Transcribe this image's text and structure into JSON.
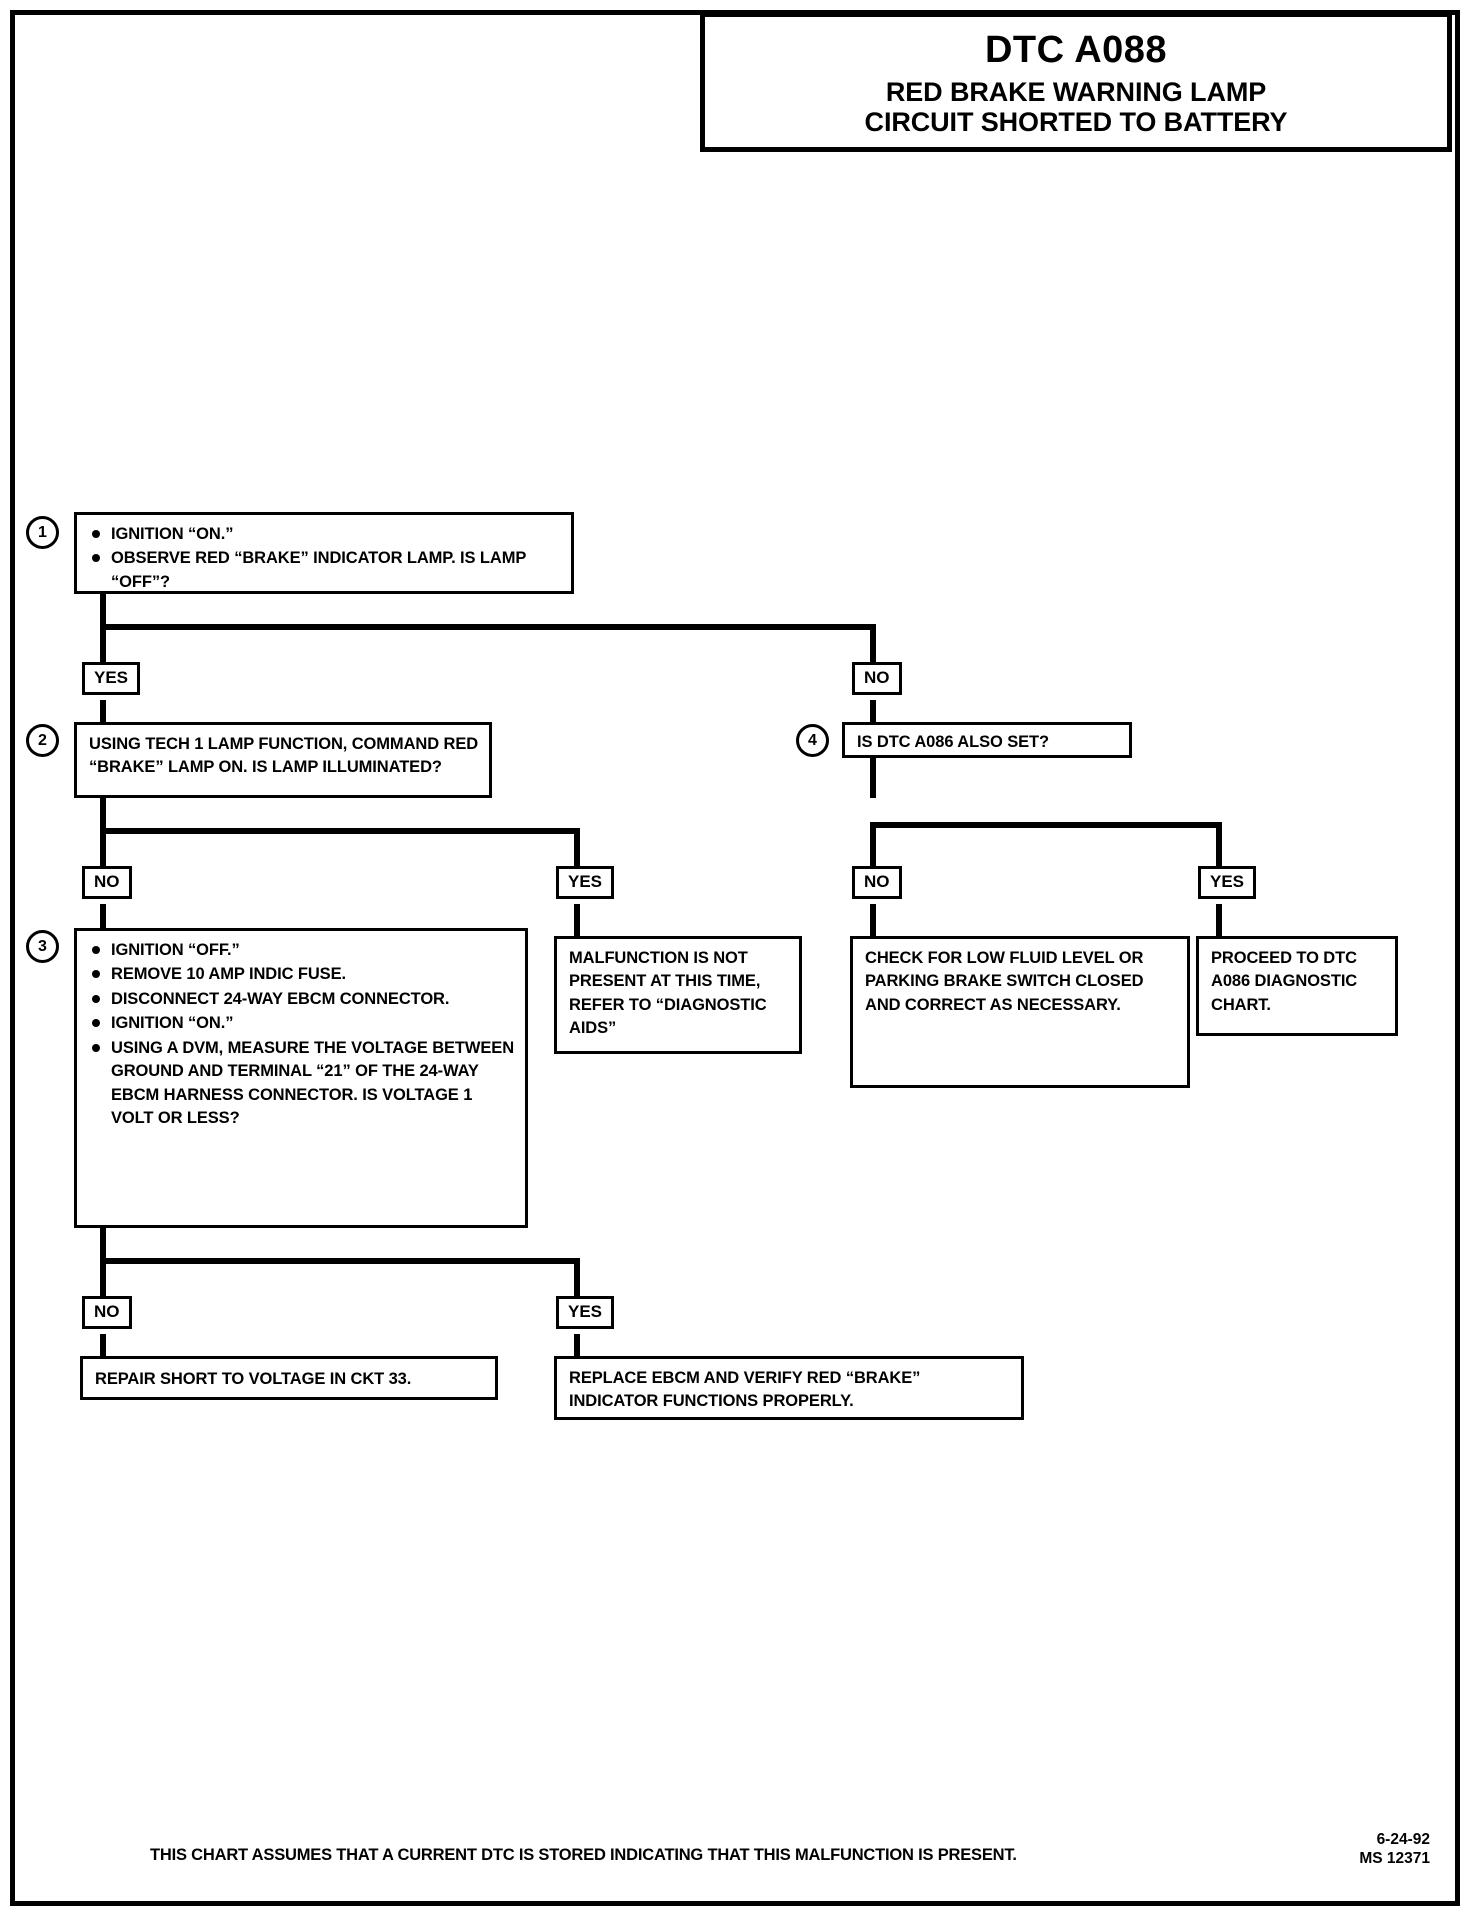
{
  "header": {
    "dtc": "DTC A088",
    "line1": "RED BRAKE WARNING LAMP",
    "line2": "CIRCUIT SHORTED TO BATTERY"
  },
  "steps": {
    "s1": {
      "number": "1",
      "bullets": [
        "IGNITION “ON.”",
        "OBSERVE RED “BRAKE” INDICATOR LAMP. IS LAMP “OFF”?"
      ]
    },
    "s2": {
      "number": "2",
      "text": "USING TECH 1 LAMP FUNCTION, COMMAND RED “BRAKE” LAMP ON. IS LAMP ILLUMINATED?"
    },
    "s3": {
      "number": "3",
      "bullets": [
        "IGNITION “OFF.”",
        "REMOVE 10 AMP INDIC FUSE.",
        "DISCONNECT 24-WAY EBCM CONNECTOR.",
        "IGNITION “ON.”",
        "USING A DVM, MEASURE THE VOLTAGE  BETWEEN GROUND AND TERMINAL “21” OF THE 24-WAY EBCM HARNESS CONNECTOR. IS VOLTAGE 1 VOLT OR LESS?"
      ]
    },
    "s4": {
      "number": "4",
      "text": "IS DTC A086 ALSO SET?"
    }
  },
  "branch_labels": {
    "b1_yes": "YES",
    "b1_no": "NO",
    "b2_no": "NO",
    "b2_yes": "YES",
    "b4_no": "NO",
    "b4_yes": "YES",
    "b3_no": "NO",
    "b3_yes": "YES"
  },
  "results": {
    "malfunction_not_present": "MALFUNCTION IS NOT PRESENT AT THIS TIME, REFER TO “DIAGNOSTIC AIDS”",
    "check_low_fluid": "CHECK FOR LOW FLUID LEVEL OR\nPARKING BRAKE SWITCH CLOSED AND CORRECT AS NECESSARY.",
    "proceed_a086": "PROCEED TO DTC A086 DIAGNOSTIC CHART.",
    "repair_short": "REPAIR SHORT TO VOLTAGE IN CKT 33.",
    "replace_ebcm": "REPLACE EBCM AND VERIFY RED “BRAKE” INDICATOR FUNCTIONS PROPERLY."
  },
  "footer": {
    "note": "THIS CHART ASSUMES THAT A CURRENT DTC IS STORED INDICATING THAT THIS MALFUNCTION IS PRESENT.",
    "date": "6-24-92",
    "code": "MS 12371"
  }
}
